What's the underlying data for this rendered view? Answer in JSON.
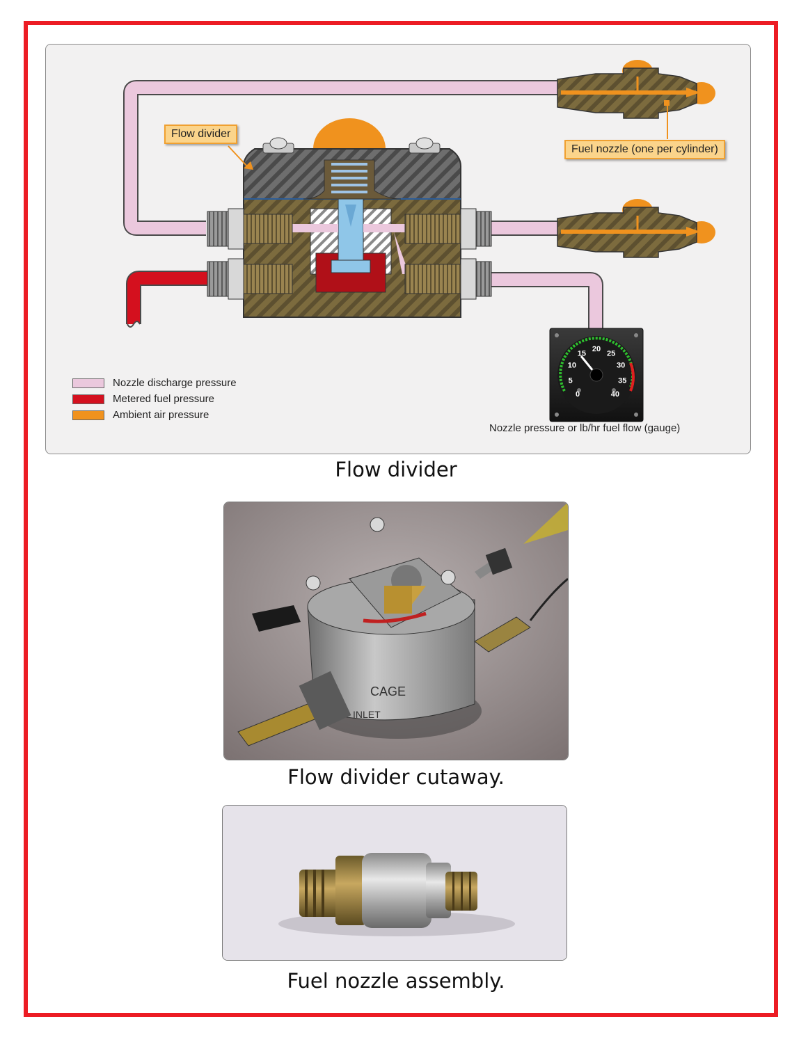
{
  "diagram": {
    "callouts": {
      "flow_divider": "Flow divider",
      "fuel_nozzle": "Fuel nozzle (one per cylinder)"
    },
    "legend": [
      {
        "label": "Nozzle discharge pressure",
        "color": "#ebc8dd"
      },
      {
        "label": "Metered fuel pressure",
        "color": "#d4101e"
      },
      {
        "label": "Ambient air pressure",
        "color": "#f0921e"
      }
    ],
    "gauge": {
      "ticks": [
        "0",
        "5",
        "10",
        "15",
        "20",
        "25",
        "30",
        "35",
        "40"
      ],
      "caption": "Nozzle pressure or lb/hr fuel flow (gauge)"
    }
  },
  "captions": {
    "diagram": "Flow divider",
    "photo1": "Flow divider cutaway.",
    "photo2": "Fuel nozzle assembly."
  },
  "photo1": {
    "stamp_text": "CAGE",
    "stamp_text2": "INLET"
  },
  "colors": {
    "frame": "#ec1c24",
    "brass": "#7a6a3c",
    "steel": "#6a6a6a",
    "pink": "#ebc8dd",
    "red": "#d4101e",
    "orange": "#f0921e",
    "blue": "#8fc6e8"
  }
}
